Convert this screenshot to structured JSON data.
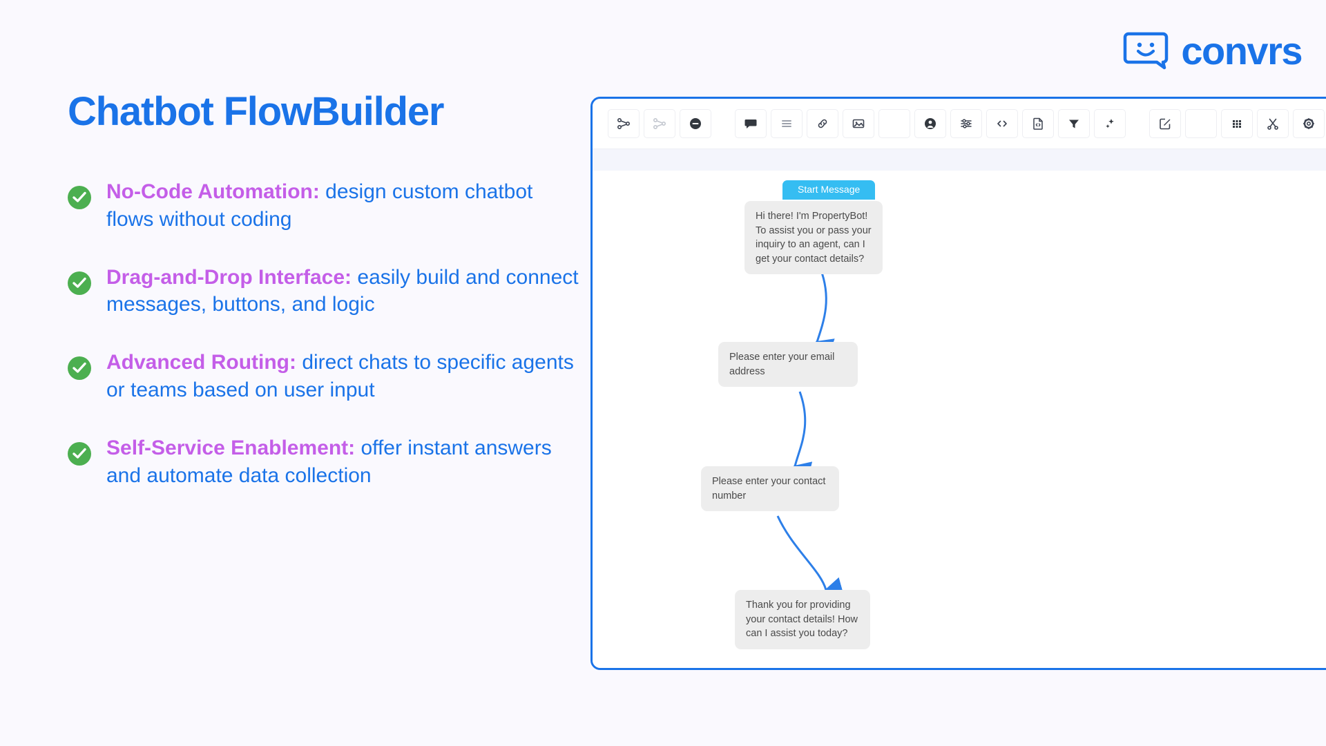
{
  "brand": {
    "name": "convrs",
    "logo_icon": "chat-bubble-smiley-icon",
    "accent_blue": "#1A73E8",
    "accent_purple": "#C45EE8",
    "accent_green": "#4CAF50",
    "node_blue": "#35BDF2"
  },
  "page": {
    "title": "Chatbot FlowBuilder",
    "background": "#FAF9FE"
  },
  "bullets": [
    {
      "icon": "check-circle-icon",
      "lead": "No-Code Automation:",
      "rest": " design custom chatbot flows without coding"
    },
    {
      "icon": "check-circle-icon",
      "lead": "Drag-and-Drop Interface:",
      "rest": " easily build and connect messages, buttons, and logic"
    },
    {
      "icon": "check-circle-icon",
      "lead": "Advanced Routing:",
      "rest": " direct chats to specific agents or teams based on user input"
    },
    {
      "icon": "check-circle-icon",
      "lead": "Self-Service Enablement:",
      "rest": " offer instant answers and automate data collection"
    }
  ],
  "app": {
    "toolbar": {
      "groups": [
        [
          "flow-branch-icon",
          "flow-branch-muted-icon",
          "stop-octagon-icon"
        ],
        [
          "chat-bubble-icon",
          "list-lines-icon",
          "link-icon",
          "image-icon",
          "blank-icon",
          "user-circle-icon",
          "sliders-icon",
          "code-brackets-icon",
          "file-code-icon",
          "filter-funnel-icon",
          "sparkles-icon"
        ],
        [
          "edit-square-icon",
          "blank-icon",
          "grid-dots-icon",
          "scissors-icon",
          "gear-icon",
          "blank-icon"
        ]
      ]
    },
    "flow": {
      "start_tab_label": "Start Message",
      "nodes": [
        {
          "id": "start",
          "text": "Hi there! I'm PropertyBot! To assist you or pass your inquiry to an agent, can I get your contact details?"
        },
        {
          "id": "email",
          "text": "Please enter your email address"
        },
        {
          "id": "phone",
          "text": "Please enter your contact number"
        },
        {
          "id": "thanks",
          "text": "Thank you for providing your contact details! How can I assist you today?"
        }
      ]
    }
  }
}
